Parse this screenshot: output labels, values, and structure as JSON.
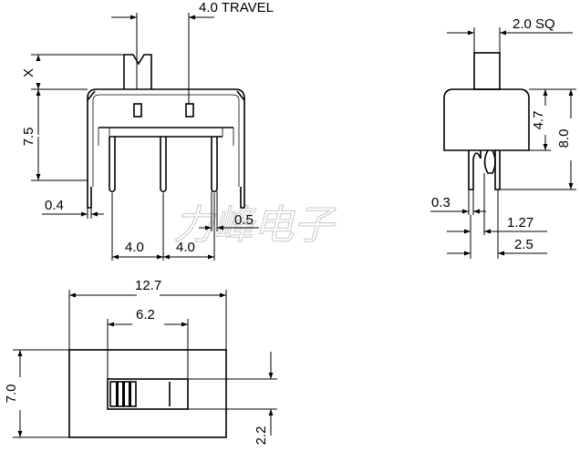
{
  "watermark": "力峰电子",
  "front_view": {
    "travel": "4.0 TRAVEL",
    "actuator_height": "X",
    "body_height": "7.5",
    "pin_thickness": "0.4",
    "pin_width": "0.5",
    "pitch_left": "4.0",
    "pitch_right": "4.0"
  },
  "side_view": {
    "actuator_square": "2.0 SQ",
    "body_upper": "4.7",
    "overall_height": "8.0",
    "pin_thickness": "0.3",
    "pin_offset": "1.27",
    "pin_span": "2.5"
  },
  "top_view": {
    "length": "12.7",
    "slot_length": "6.2",
    "width": "7.0",
    "slot_offset": "2.2"
  }
}
